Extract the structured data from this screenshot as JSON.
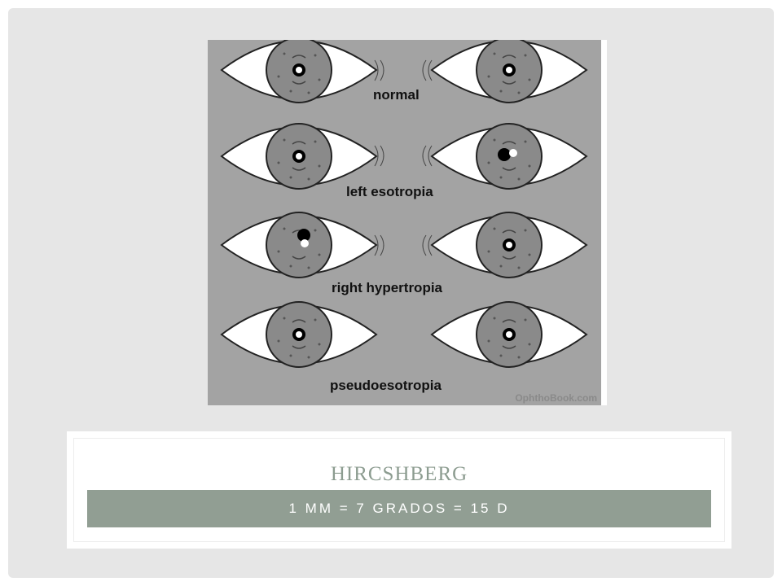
{
  "slide": {
    "title": "HIRCSHBERG",
    "subtitle": "1 MM = 7 GRADOS = 15 D"
  },
  "figure": {
    "rows": [
      {
        "label": "normal"
      },
      {
        "label": "left esotropia"
      },
      {
        "label": "right hypertropia"
      },
      {
        "label": "pseudoesotropia"
      }
    ],
    "watermark": "OphthoBook.com"
  },
  "colors": {
    "slide_background": "#e6e6e6",
    "figure_background": "#a3a3a3",
    "iris": "#8a8a8a",
    "title_text": "#8c9c90",
    "subtitle_bar": "#919e93"
  }
}
